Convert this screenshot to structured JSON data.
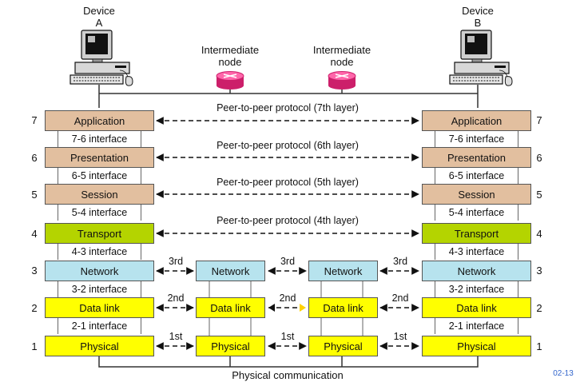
{
  "devices": {
    "a": {
      "line1": "Device",
      "line2": "A"
    },
    "b": {
      "line1": "Device",
      "line2": "B"
    }
  },
  "intermediate_nodes": [
    {
      "line1": "Intermediate",
      "line2": "node"
    },
    {
      "line1": "Intermediate",
      "line2": "node"
    }
  ],
  "layers": {
    "application": "Application",
    "presentation": "Presentation",
    "session": "Session",
    "transport": "Transport",
    "network": "Network",
    "data_link": "Data link",
    "physical": "Physical"
  },
  "layer_numbers": [
    "7",
    "6",
    "5",
    "4",
    "3",
    "2",
    "1"
  ],
  "interfaces": {
    "i76": "7-6 interface",
    "i65": "6-5 interface",
    "i54": "5-4 interface",
    "i43": "4-3 interface",
    "i32": "3-2 interface",
    "i21": "2-1 interface"
  },
  "peer_protocols": {
    "l7": "Peer-to-peer protocol (7th layer)",
    "l6": "Peer-to-peer protocol (6th layer)",
    "l5": "Peer-to-peer protocol (5th layer)",
    "l4": "Peer-to-peer protocol (4th layer)"
  },
  "hop_labels": {
    "third": "3rd",
    "second": "2nd",
    "first": "1st"
  },
  "bottom_label": "Physical communication",
  "figure_code": "02-13",
  "colors": {
    "upper_layers": "#e2bf9f",
    "transport": "#b4d400",
    "network": "#b7e3ee",
    "link_physical": "#ffff00",
    "router": "#ff3399",
    "figure_code": "#3366cc"
  }
}
